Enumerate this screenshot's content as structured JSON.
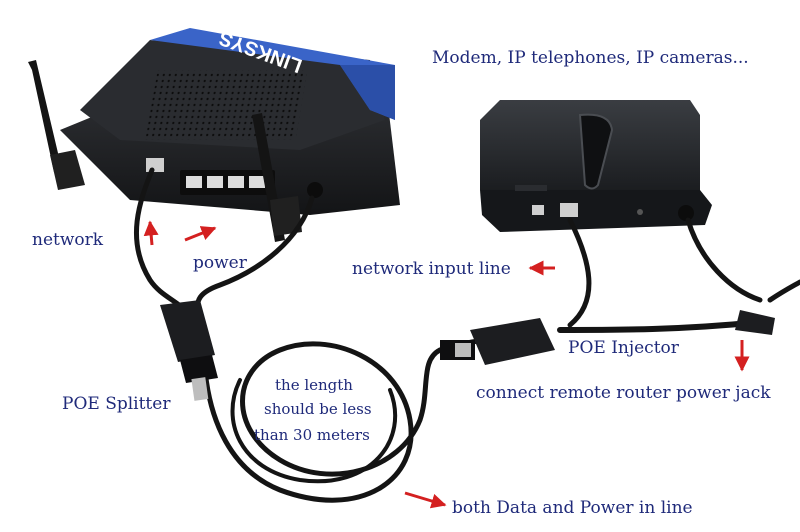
{
  "brand": "LINKSYS",
  "labels": {
    "top_devices": "Modem, IP telephones, IP cameras...",
    "network": "network",
    "power": "power",
    "network_input": "network input line",
    "poe_injector": "POE Injector",
    "remote_power": "connect remote router power jack",
    "poe_splitter": "POE Splitter",
    "length_line1": "the length",
    "length_line2": "should be less",
    "length_line3": "than 30 meters",
    "both_lines": "both Data and Power in line"
  },
  "colors": {
    "text": "#1f2a7a",
    "arrow": "#d42020",
    "router_blue": "#3a64c8",
    "device_dark": "#1e2024",
    "cable": "#141414"
  }
}
